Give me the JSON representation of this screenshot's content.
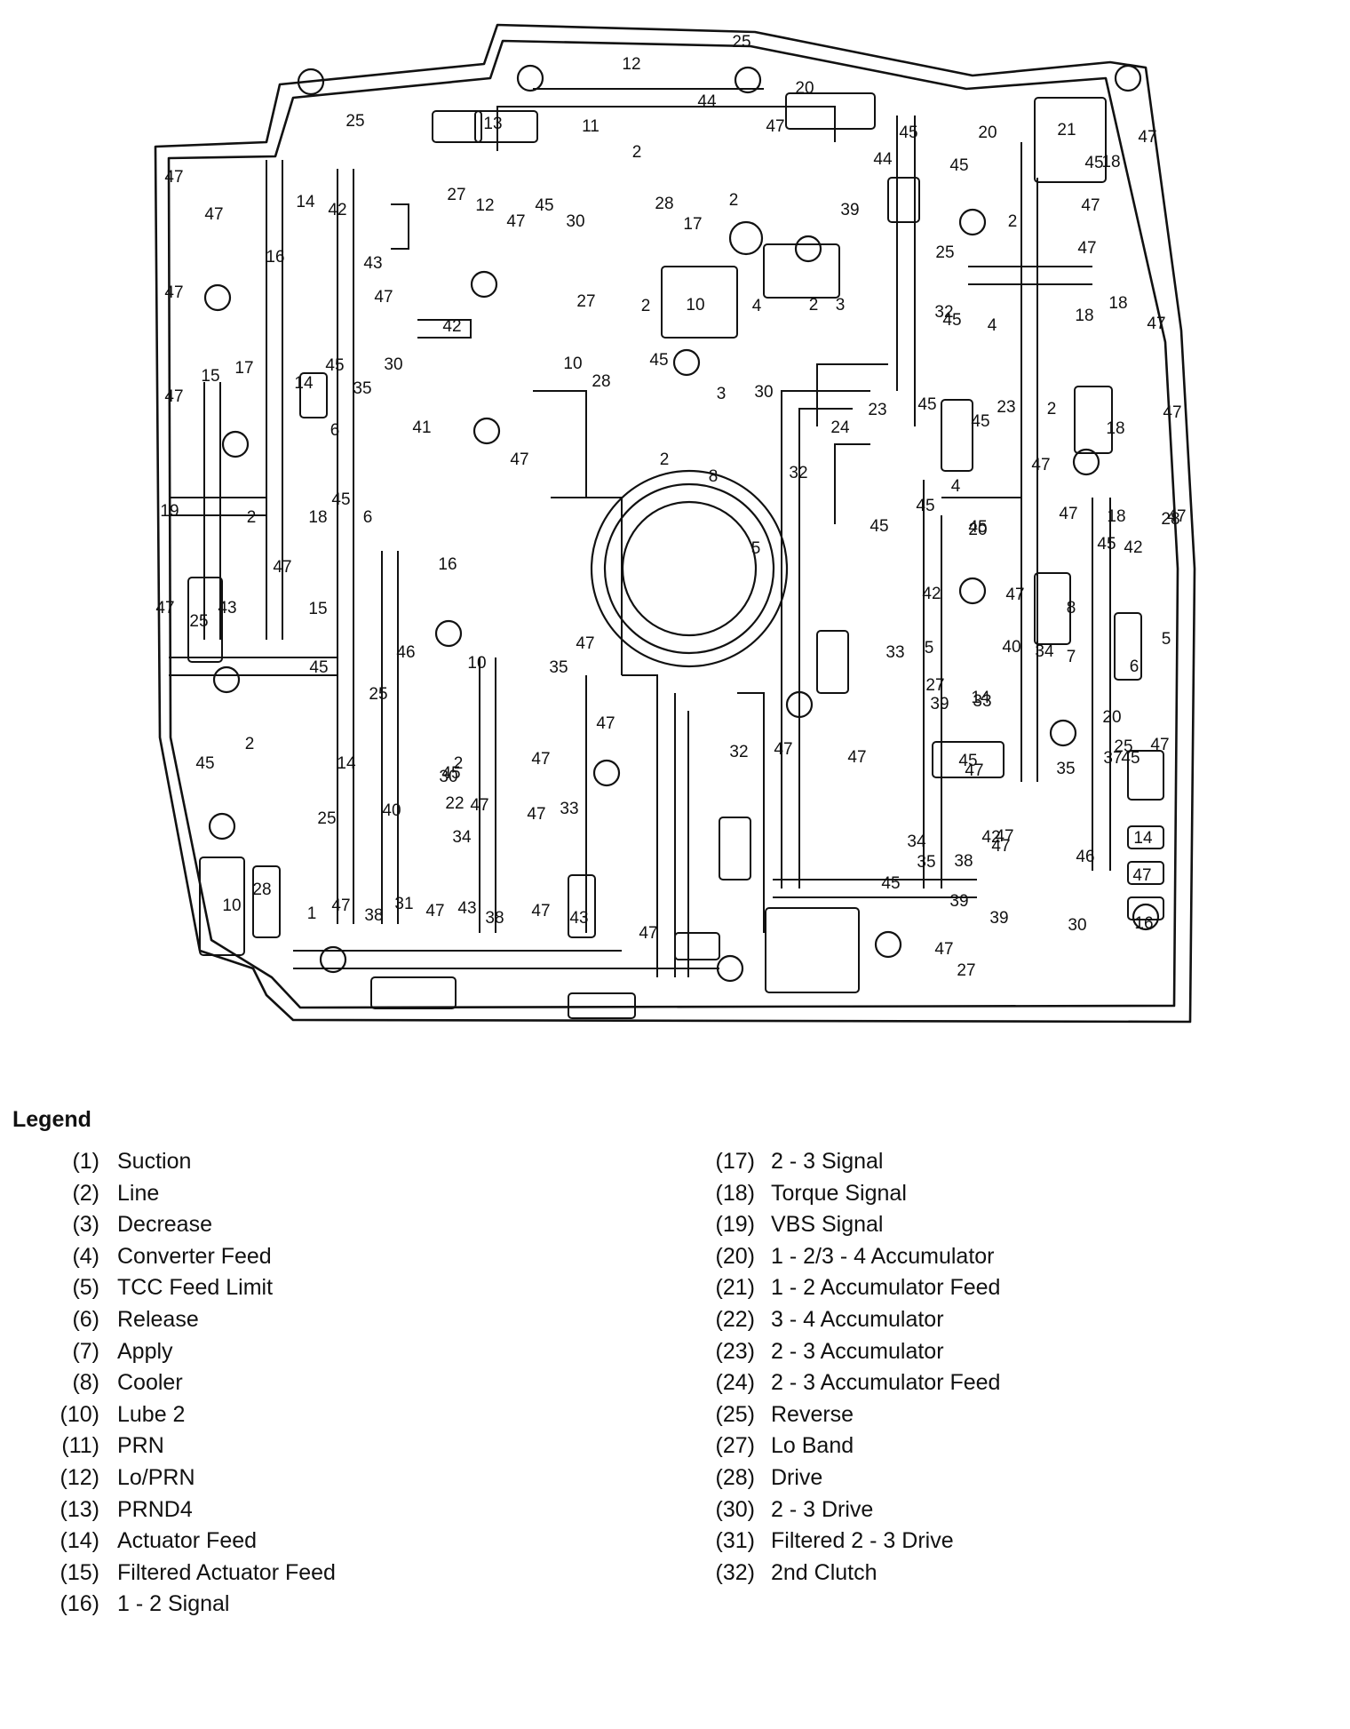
{
  "diagram": {
    "labels": [
      "25",
      "12",
      "44",
      "20",
      "21",
      "47",
      "25",
      "13",
      "11",
      "2",
      "45",
      "47",
      "45",
      "44",
      "20",
      "45",
      "18",
      "47",
      "47",
      "14",
      "42",
      "27",
      "12",
      "47",
      "45",
      "30",
      "28",
      "17",
      "2",
      "39",
      "25",
      "2",
      "47",
      "47",
      "16",
      "43",
      "32",
      "47",
      "27",
      "2",
      "10",
      "4",
      "2",
      "3",
      "45",
      "4",
      "47",
      "18",
      "47",
      "18",
      "42",
      "45",
      "30",
      "14",
      "15",
      "17",
      "47",
      "35",
      "41",
      "6",
      "45",
      "10",
      "28",
      "30",
      "3",
      "24",
      "23",
      "45",
      "45",
      "23",
      "2",
      "47",
      "18",
      "32",
      "47",
      "18",
      "45",
      "45",
      "47",
      "19",
      "2",
      "18",
      "45",
      "6",
      "2",
      "8",
      "4",
      "47",
      "47",
      "28",
      "5",
      "45",
      "20",
      "45",
      "42",
      "16",
      "47",
      "47",
      "15",
      "25",
      "43",
      "42",
      "47",
      "8",
      "5",
      "46",
      "47",
      "35",
      "10",
      "27",
      "40",
      "33",
      "5",
      "34",
      "7",
      "6",
      "45",
      "25",
      "14",
      "47",
      "47",
      "39",
      "33",
      "20",
      "47",
      "45",
      "25",
      "2",
      "45",
      "14",
      "30",
      "32",
      "22",
      "47",
      "47",
      "45",
      "47",
      "35",
      "37",
      "45",
      "40",
      "25",
      "34",
      "45",
      "34",
      "2",
      "33",
      "47",
      "47",
      "47",
      "16",
      "47",
      "14",
      "46",
      "38",
      "35",
      "39",
      "42",
      "47",
      "39",
      "30",
      "47",
      "27",
      "10",
      "28",
      "1",
      "47",
      "38",
      "31",
      "47",
      "43",
      "38",
      "47",
      "43",
      "47"
    ]
  },
  "legend": {
    "title": "Legend",
    "left": [
      {
        "num": "(1)",
        "name": "Suction"
      },
      {
        "num": "(2)",
        "name": "Line"
      },
      {
        "num": "(3)",
        "name": "Decrease"
      },
      {
        "num": "(4)",
        "name": "Converter Feed"
      },
      {
        "num": "(5)",
        "name": "TCC Feed Limit"
      },
      {
        "num": "(6)",
        "name": "Release"
      },
      {
        "num": "(7)",
        "name": "Apply"
      },
      {
        "num": "(8)",
        "name": "Cooler"
      },
      {
        "num": "(10)",
        "name": "Lube 2"
      },
      {
        "num": "(11)",
        "name": "PRN"
      },
      {
        "num": "(12)",
        "name": "Lo/PRN"
      },
      {
        "num": "(13)",
        "name": "PRND4"
      },
      {
        "num": "(14)",
        "name": "Actuator Feed"
      },
      {
        "num": "(15)",
        "name": "Filtered Actuator Feed"
      },
      {
        "num": "(16)",
        "name": "1 - 2 Signal"
      }
    ],
    "right": [
      {
        "num": "(17)",
        "name": "2 - 3 Signal"
      },
      {
        "num": "(18)",
        "name": "Torque Signal"
      },
      {
        "num": "(19)",
        "name": "VBS Signal"
      },
      {
        "num": "(20)",
        "name": "1 - 2/3 - 4 Accumulator"
      },
      {
        "num": "(21)",
        "name": "1 - 2 Accumulator Feed"
      },
      {
        "num": "(22)",
        "name": "3 - 4 Accumulator"
      },
      {
        "num": "(23)",
        "name": "2 - 3 Accumulator"
      },
      {
        "num": "(24)",
        "name": "2 - 3 Accumulator Feed"
      },
      {
        "num": "(25)",
        "name": "Reverse"
      },
      {
        "num": "(27)",
        "name": "Lo Band"
      },
      {
        "num": "(28)",
        "name": "Drive"
      },
      {
        "num": "(30)",
        "name": "2 - 3 Drive"
      },
      {
        "num": "(31)",
        "name": "Filtered 2 - 3 Drive"
      },
      {
        "num": "(32)",
        "name": "2nd Clutch"
      }
    ]
  }
}
